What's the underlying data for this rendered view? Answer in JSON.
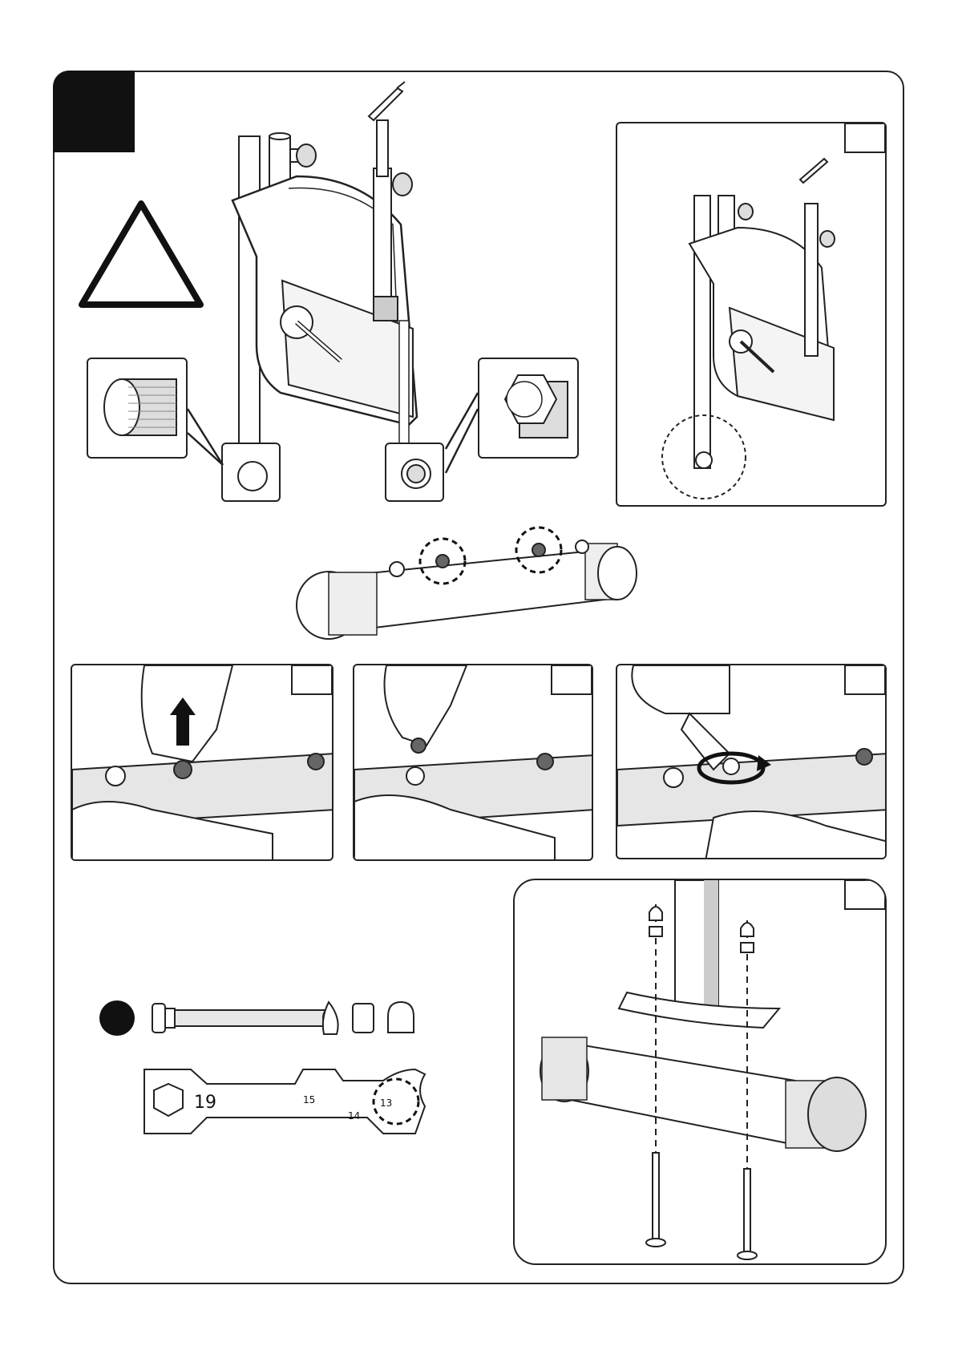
{
  "wrench": {
    "size_19": "19",
    "size_15": "15",
    "size_14": "14",
    "size_13": "13"
  },
  "colors": {
    "line": "#222222",
    "fill_dark": "#111111",
    "fill_grey": "#d9d9d9"
  }
}
